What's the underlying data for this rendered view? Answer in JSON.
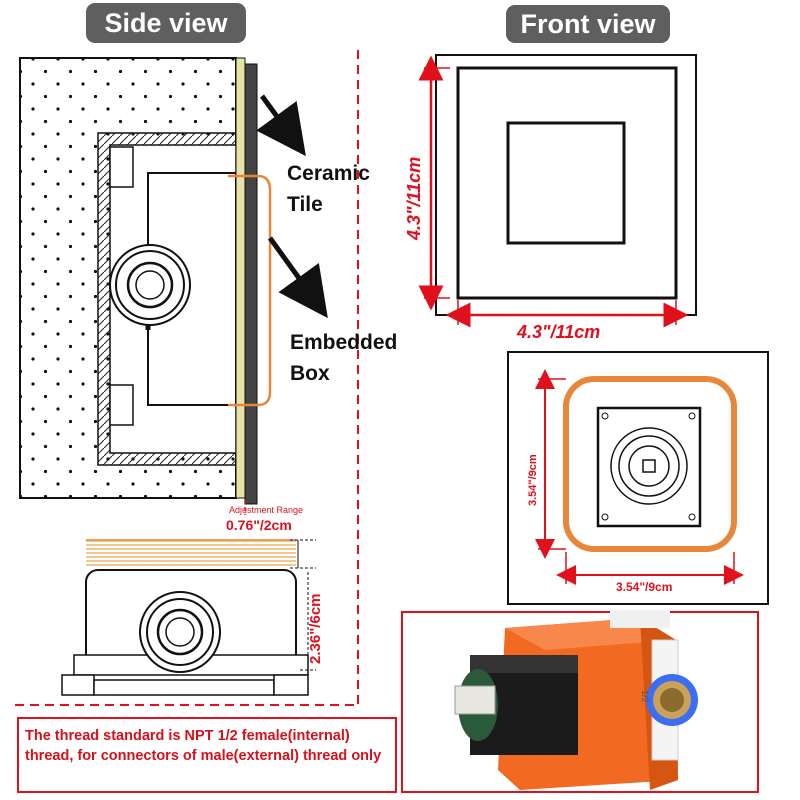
{
  "side_view": {
    "title": "Side view",
    "label_ceramic_line1": "Ceramic",
    "label_ceramic_line2": "Tile",
    "label_box_line1": "Embedded",
    "label_box_line2": "Box",
    "adjustment_label": "Adjustment Range",
    "adjustment_value": "0.76\"/2cm",
    "height_dim": "2.36\"/6cm"
  },
  "front_view": {
    "title": "Front view",
    "height_dim": "4.3\"/11cm",
    "width_dim": "4.3\"/11cm",
    "inner_height_dim": "3.54\"/9cm",
    "inner_width_dim": "3.54\"/9cm"
  },
  "valve_label": "1/2",
  "note": "The thread standard is NPT 1/2 female(internal) thread, for connectors of male(external) thread only",
  "colors": {
    "title_bg": "#5f5f5f",
    "dimension_red": "#e0101c",
    "orange": "#e8873a",
    "tile_yellow": "#e8e2a6"
  }
}
